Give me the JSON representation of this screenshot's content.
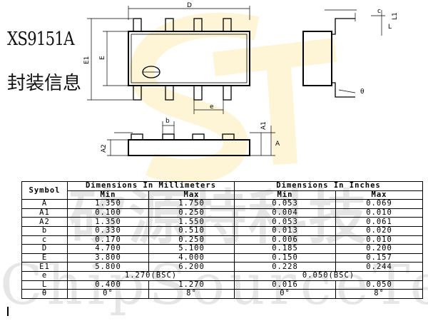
{
  "header": {
    "part_number": "XS9151A",
    "subtitle": "封装信息"
  },
  "drawing_labels": {
    "D": "D",
    "E": "E",
    "E1": "E1",
    "c": "c",
    "L": "L",
    "L1": "L1",
    "theta": "θ",
    "e": "e",
    "b": "b",
    "A": "A",
    "A1": "A1",
    "A2": "A2"
  },
  "table": {
    "header_symbol": "Symbol",
    "header_mm": "Dimensions In Millimeters",
    "header_in": "Dimensions In Inches",
    "min": "Min",
    "max": "Max",
    "rows": [
      {
        "symbol": "A",
        "mm_min": "1.350",
        "mm_max": "1.750",
        "in_min": "0.053",
        "in_max": "0.069"
      },
      {
        "symbol": "A1",
        "mm_min": "0.100",
        "mm_max": "0.250",
        "in_min": "0.004",
        "in_max": "0.010"
      },
      {
        "symbol": "A2",
        "mm_min": "1.350",
        "mm_max": "1.550",
        "in_min": "0.053",
        "in_max": "0.061"
      },
      {
        "symbol": "b",
        "mm_min": "0.330",
        "mm_max": "0.510",
        "in_min": "0.013",
        "in_max": "0.020"
      },
      {
        "symbol": "c",
        "mm_min": "0.170",
        "mm_max": "0.250",
        "in_min": "0.006",
        "in_max": "0.010"
      },
      {
        "symbol": "D",
        "mm_min": "4.700",
        "mm_max": "5.100",
        "in_min": "0.185",
        "in_max": "0.200"
      },
      {
        "symbol": "E",
        "mm_min": "3.800",
        "mm_max": "4.000",
        "in_min": "0.150",
        "in_max": "0.157"
      },
      {
        "symbol": "E1",
        "mm_min": "5.800",
        "mm_max": "6.200",
        "in_min": "0.228",
        "in_max": "0.244"
      }
    ],
    "row_e": {
      "symbol": "e",
      "mm": "1.270(BSC)",
      "in": "0.050(BSC)"
    },
    "rows_tail": [
      {
        "symbol": "L",
        "mm_min": "0.400",
        "mm_max": "1.270",
        "in_min": "0.016",
        "in_max": "0.050"
      },
      {
        "symbol": "θ",
        "mm_min": "0°",
        "mm_max": "8°",
        "in_min": "0°",
        "in_max": "8°"
      }
    ]
  },
  "watermark": {
    "chinese": "矽源特科技",
    "english": "ChipSourceTek",
    "color": "#f5c400"
  }
}
